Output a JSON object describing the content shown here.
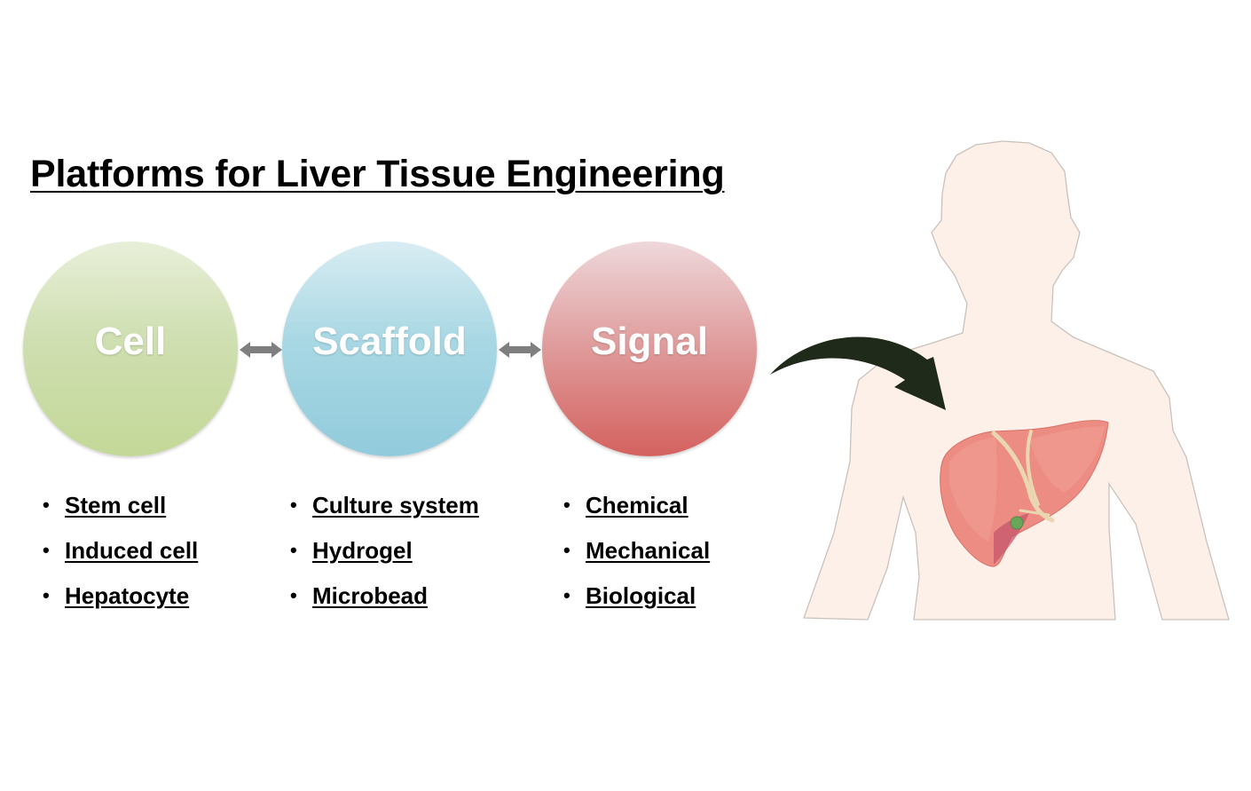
{
  "title": "Platforms for Liver Tissue Engineering",
  "platforms": [
    {
      "label": "Cell",
      "items": [
        "Stem cell",
        "Induced cell",
        "Hepatocyte"
      ]
    },
    {
      "label": "Scaffold",
      "items": [
        "Culture system",
        "Hydrogel",
        "Microbead"
      ]
    },
    {
      "label": "Signal",
      "items": [
        "Chemical",
        "Mechanical",
        "Biological"
      ]
    }
  ],
  "colors": {
    "cell": "#c9dba3",
    "scaffold": "#9dd0df",
    "signal": "#d86c6a",
    "connector_arrow": "#7f7f7f",
    "curved_arrow": "#1f2a1a",
    "body_fill": "#fdf0e8",
    "liver": "#e9877c"
  },
  "icons": [
    "double-headed-arrow-icon",
    "curved-arrow-icon",
    "human-torso-silhouette",
    "liver-icon",
    "gallbladder-icon"
  ]
}
